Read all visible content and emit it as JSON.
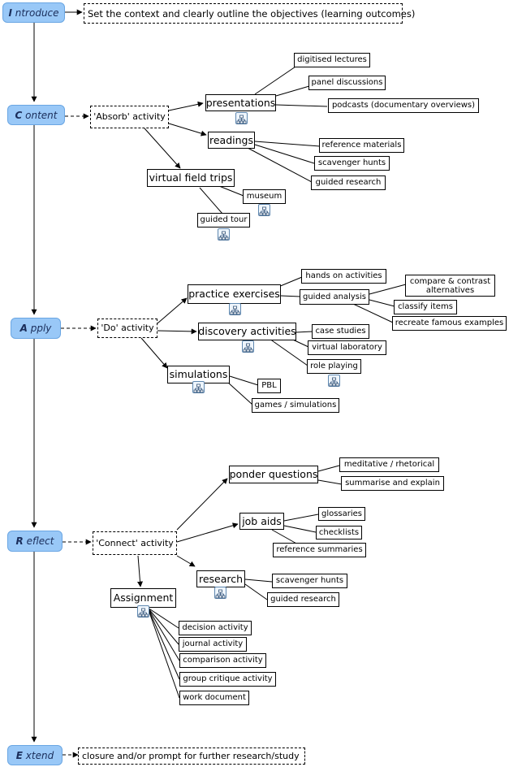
{
  "phases": {
    "introduce": "Introduce",
    "content": "Content",
    "apply": "Apply",
    "reflect": "Reflect",
    "extend": "Extend"
  },
  "introduce": {
    "objectives": "Set the context and clearly outline the objectives (learning outcomes)"
  },
  "content": {
    "activity": "'Absorb' activity",
    "presentations": "presentations",
    "digitised_lectures": "digitised lectures",
    "panel_discussions": "panel discussions",
    "podcasts": "podcasts (documentary overviews)",
    "readings": "readings",
    "reference_materials": "reference materials",
    "scavenger_hunts": "scavenger hunts",
    "guided_research": "guided research",
    "virtual_field_trips": "virtual field trips",
    "museum": "museum",
    "guided_tour": "guided tour"
  },
  "apply": {
    "activity": "'Do' activity",
    "practice_exercises": "practice exercises",
    "hands_on_activities": "hands on activities",
    "guided_analysis": "guided analysis",
    "compare_contrast": "compare & contrast alternatives",
    "classify_items": "classify items",
    "recreate_examples": "recreate famous examples",
    "discovery_activities": "discovery activities",
    "case_studies": "case studies",
    "virtual_laboratory": "virtual laboratory",
    "role_playing": "role playing",
    "simulations": "simulations",
    "pbl": "PBL",
    "games_simulations": "games / simulations"
  },
  "reflect": {
    "activity": "'Connect' activity",
    "ponder_questions": "ponder questions",
    "meditative_rhetorical": "meditative / rhetorical",
    "summarise_explain": "summarise and explain",
    "job_aids": "job aids",
    "glossaries": "glossaries",
    "checklists": "checklists",
    "reference_summaries": "reference summaries",
    "research": "research",
    "scavenger_hunts": "scavenger hunts",
    "guided_research": "guided research",
    "assignment": "Assignment",
    "decision_activity": "decision activity",
    "journal_activity": "journal activity",
    "comparison_activity": "comparison activity",
    "group_critique": "group critique activity",
    "work_document": "work document"
  },
  "extend": {
    "closure": "closure and/or prompt for further research/study"
  },
  "colors": {
    "phase_fill": "#99c8f7",
    "phase_text": "#1a2d5a",
    "icon_border": "#5f88b0"
  }
}
